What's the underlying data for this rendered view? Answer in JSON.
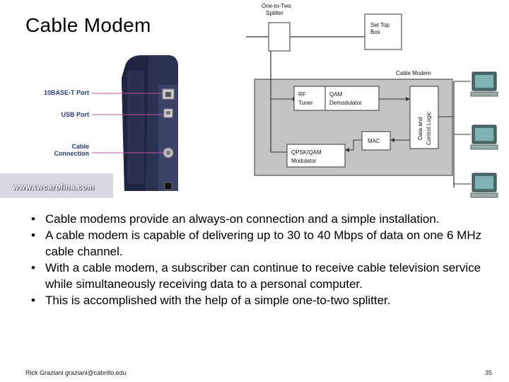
{
  "slide": {
    "title": "Cable Modem",
    "page_number": "35",
    "footer": "Rick Graziani graziani@cabrillo.edu"
  },
  "photo": {
    "labels": {
      "ethernet_port": "10BASE-T Port",
      "usb_port": "USB Port",
      "cable_connection_line1": "Cable",
      "cable_connection_line2": "Connection"
    },
    "watermark": "www.twcarolina.com"
  },
  "diagram": {
    "splitter_line1": "One-to-Two",
    "splitter_line2": "Splitter",
    "set_top_box_line1": "Set Top",
    "set_top_box_line2": "Box",
    "cable_modem": "Cable Modem",
    "rf_tuner_line1": "RF",
    "rf_tuner_line2": "Tuner",
    "qam_demod_line1": "QAM",
    "qam_demod_line2": "Demodulator",
    "data_control_line1": "Data and",
    "data_control_line2": "Control Logic",
    "mac": "MAC",
    "qpsk_mod_line1": "QPSK/QAM",
    "qpsk_mod_line2": "Modulator"
  },
  "bullets": [
    "Cable modems provide an always-on connection and a simple installation.",
    "A cable modem is capable of delivering up to 30 to 40 Mbps of data on one 6 MHz cable channel.",
    "With a cable modem, a subscriber can continue to receive cable television service while simultaneously receiving data to a personal computer.",
    "This is accomplished with the help of a simple one-to-two splitter."
  ],
  "colors": {
    "modem_body": "#2b3150",
    "modem_box_fill": "#c4c4c4",
    "label_text": "#2a3a7a",
    "pointer_line": "#c050a0"
  }
}
